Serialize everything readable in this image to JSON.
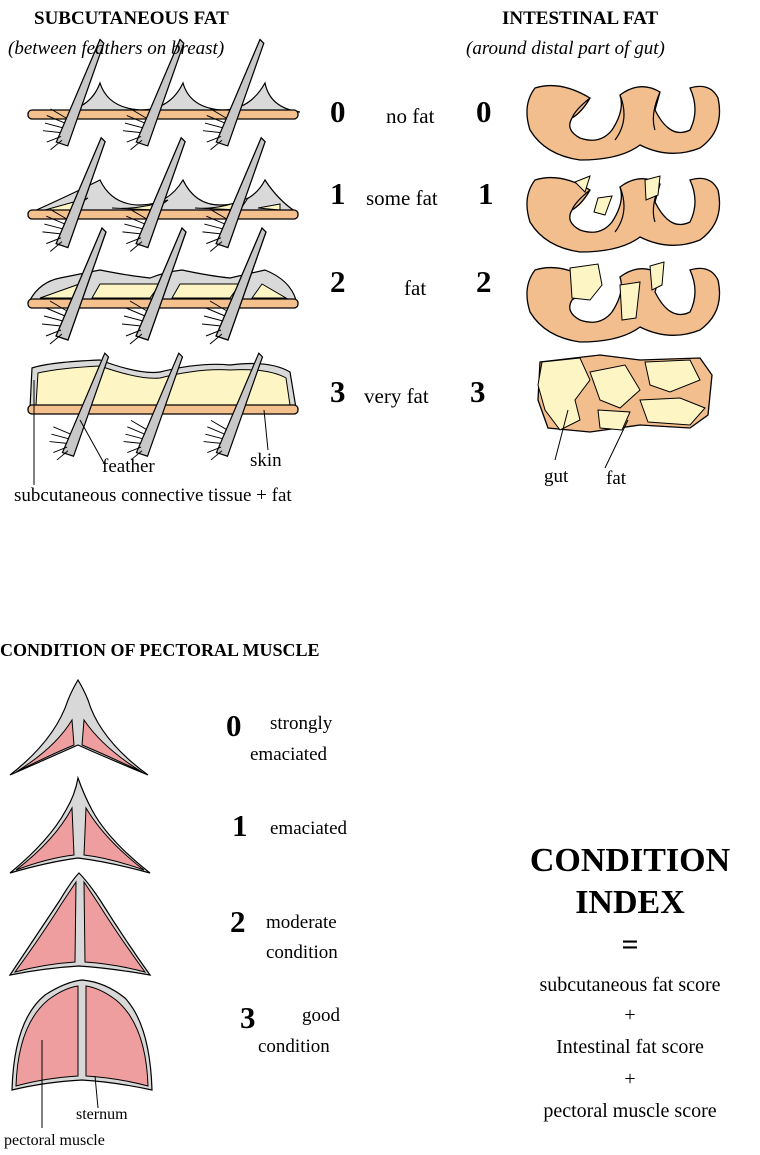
{
  "subcutaneous": {
    "title": "SUBCUTANEOUS FAT",
    "subtitle": "(between feathers on breast)",
    "label_feather": "feather",
    "label_skin": "skin",
    "label_tissue": "subcutaneous connective tissue + fat"
  },
  "intestinal": {
    "title": "INTESTINAL FAT",
    "subtitle": "(around distal part of gut)",
    "label_gut": "gut",
    "label_fat": "fat"
  },
  "fat_scores": [
    {
      "score_left": "0",
      "label": "no fat",
      "score_right": "0"
    },
    {
      "score_left": "1",
      "label": "some fat",
      "score_right": "1"
    },
    {
      "score_left": "2",
      "label": "fat",
      "score_right": "2"
    },
    {
      "score_left": "3",
      "label": "very fat",
      "score_right": "3"
    }
  ],
  "pectoral": {
    "title": "CONDITION OF PECTORAL MUSCLE",
    "label_sternum": "sternum",
    "label_muscle": "pectoral muscle",
    "scores": [
      {
        "score": "0",
        "line1": "strongly",
        "line2": "emaciated"
      },
      {
        "score": "1",
        "line1": "emaciated",
        "line2": ""
      },
      {
        "score": "2",
        "line1": "moderate",
        "line2": "condition"
      },
      {
        "score": "3",
        "line1": "good",
        "line2": "condition"
      }
    ]
  },
  "condition_index": {
    "title_line1": "CONDITION",
    "title_line2": "INDEX",
    "equals": "=",
    "term1": "subcutaneous fat score",
    "plus1": "+",
    "term2": "Intestinal fat score",
    "plus2": "+",
    "term3": "pectoral muscle score"
  },
  "colors": {
    "skin_bar": "#f4c08e",
    "fat_yellow": "#fdf5c4",
    "gut_orange": "#f2be8e",
    "muscle_pink": "#ee9e9e",
    "sternum_gray": "#d8d8d8",
    "feather_gray": "#c8c8c8"
  }
}
